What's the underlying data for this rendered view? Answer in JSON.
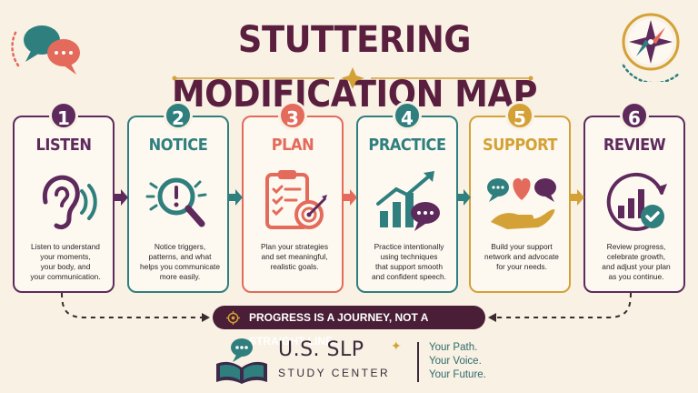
{
  "header": {
    "title": "STUTTERING MODIFICATION MAP"
  },
  "colors": {
    "plum": "#5a1f3e",
    "teal": "#2f7f7e",
    "coral": "#e46a5b",
    "gold": "#d4a136",
    "purple": "#5e2a5c"
  },
  "steps": [
    {
      "number": "1",
      "title": "LISTEN",
      "icon": "ear-icon",
      "color": "#5e2a5c",
      "desc": [
        "Listen to understand",
        "your moments,",
        "your body, and",
        "your communication."
      ]
    },
    {
      "number": "2",
      "title": "NOTICE",
      "icon": "magnifier-icon",
      "color": "#2f7f7e",
      "desc": [
        "Notice triggers,",
        "patterns, and what",
        "helps you communicate",
        "more easily."
      ]
    },
    {
      "number": "3",
      "title": "PLAN",
      "icon": "clipboard-target-icon",
      "color": "#e46a5b",
      "desc": [
        "Plan your strategies",
        "and set meaningful,",
        "realistic goals."
      ]
    },
    {
      "number": "4",
      "title": "PRACTICE",
      "icon": "growth-chart-icon",
      "color": "#2f7f7e",
      "desc": [
        "Practice intentionally",
        "using techniques",
        "that support smooth",
        "and confident speech."
      ]
    },
    {
      "number": "5",
      "title": "SUPPORT",
      "icon": "support-hand-icon",
      "color": "#d4a136",
      "desc": [
        "Build your support",
        "network and advocate",
        "for your needs."
      ]
    },
    {
      "number": "6",
      "title": "REVIEW",
      "icon": "review-chart-icon",
      "color": "#5e2a5c",
      "desc": [
        "Review progress,",
        "celebrate growth,",
        "and adjust your plan",
        "as you continue."
      ]
    }
  ],
  "banner": {
    "text": "PROGRESS IS A JOURNEY, NOT A STRAIGHT LINE."
  },
  "footer": {
    "logo_main": "U.S. SLP",
    "logo_sub": "STUDY CENTER",
    "taglines": [
      "Your Path.",
      "Your Voice.",
      "Your Future."
    ]
  }
}
